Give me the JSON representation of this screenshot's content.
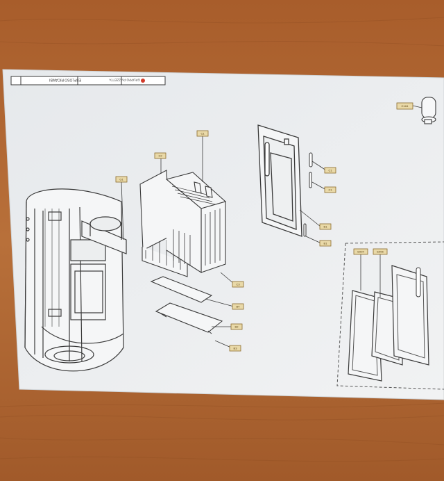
{
  "scene": {
    "description_label": "Exploded parts diagram printed on paper lying on a wooden table",
    "colors": {
      "wood_dark": "#9a5426",
      "wood_light": "#c47b44",
      "paper": "#eef0f2",
      "ink": "#3a3a3a",
      "label_fill": "#e9d9a8",
      "label_stroke": "#8a6a2a",
      "brand_red": "#d23a2a"
    }
  },
  "title_block": {
    "doc_title": "ESPLOSO RICAMBI",
    "brand": "GRUPPO PIAZZETTA"
  },
  "callouts": [
    {
      "id": "c-top-right",
      "text": "C1A1"
    },
    {
      "id": "c-panel-top",
      "text": "C1"
    },
    {
      "id": "c-side-panel",
      "text": "C2"
    },
    {
      "id": "c-left",
      "text": "G1"
    },
    {
      "id": "c-door-1",
      "text": "C1"
    },
    {
      "id": "c-door-2",
      "text": "C1"
    },
    {
      "id": "c-door-3",
      "text": "B1"
    },
    {
      "id": "c-door-4",
      "text": "B1"
    },
    {
      "id": "c-grate-1",
      "text": "C3"
    },
    {
      "id": "c-grate-2",
      "text": "B4"
    },
    {
      "id": "c-grate-3",
      "text": "B2"
    },
    {
      "id": "c-grate-4",
      "text": "B3"
    },
    {
      "id": "c-inset-1",
      "text": "E004"
    },
    {
      "id": "c-inset-2",
      "text": "E005"
    }
  ]
}
